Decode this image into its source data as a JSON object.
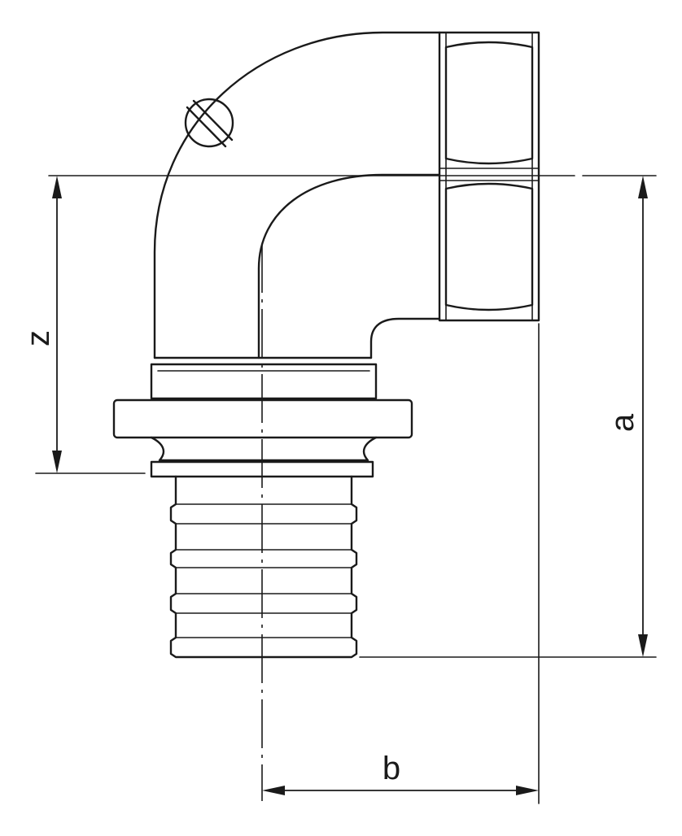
{
  "diagram": {
    "labels": {
      "z": "z",
      "a": "a",
      "b": "b"
    },
    "colors": {
      "line": "#1a1a1a",
      "background": "#ffffff"
    }
  }
}
